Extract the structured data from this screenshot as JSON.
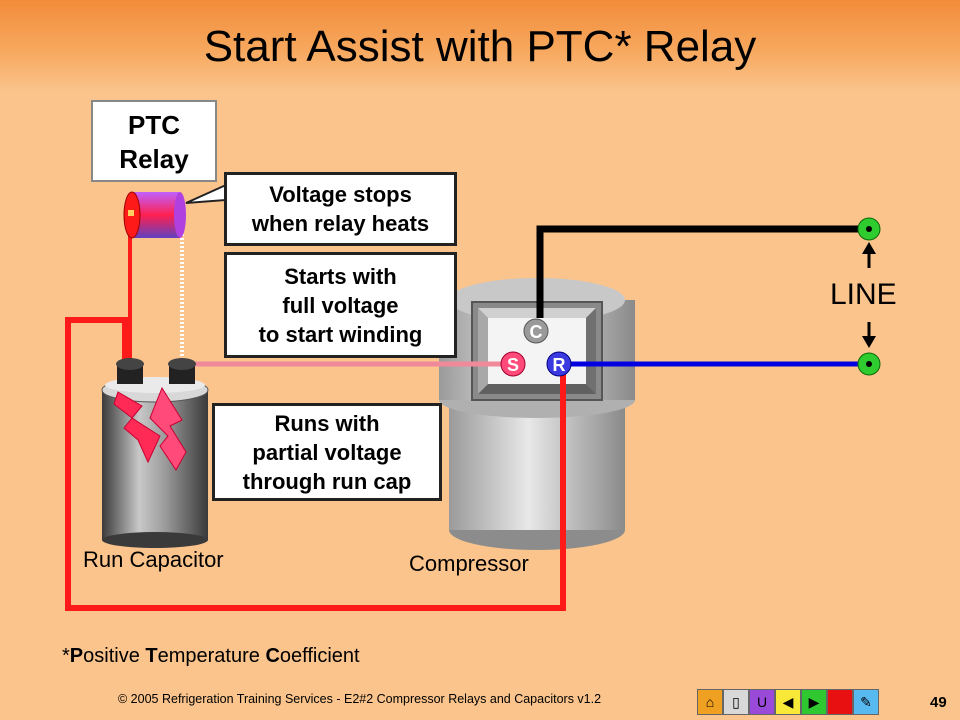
{
  "title": "Start Assist with PTC* Relay",
  "relay_label": "PTC\nRelay",
  "callouts": {
    "voltage_stops": "Voltage stops\nwhen relay heats",
    "starts_with": "Starts with\nfull voltage\nto start winding",
    "runs_with": "Runs with\npartial voltage\nthrough run cap"
  },
  "labels": {
    "line": "LINE",
    "run_capacitor": "Run Capacitor",
    "compressor": "Compressor"
  },
  "terminals": {
    "common": "C",
    "start": "S",
    "run": "R"
  },
  "footnote": {
    "parts": [
      {
        "text": "*",
        "bold": false
      },
      {
        "text": "P",
        "bold": true
      },
      {
        "text": "ositive ",
        "bold": false
      },
      {
        "text": "T",
        "bold": true
      },
      {
        "text": "emperature ",
        "bold": false
      },
      {
        "text": "C",
        "bold": true
      },
      {
        "text": "oefficient",
        "bold": false
      }
    ]
  },
  "footer": "© 2005 Refrigeration Training Services - E2#2 Compressor Relays and Capacitors  v1.2",
  "page_number": "49",
  "nav_buttons": [
    {
      "name": "home-icon",
      "glyph": "⌂",
      "color": "#f0a020"
    },
    {
      "name": "document-icon",
      "glyph": "▯",
      "color": "#d8d8d8"
    },
    {
      "name": "return-icon",
      "glyph": "U",
      "color": "#9a4ad8"
    },
    {
      "name": "previous-arrow-icon",
      "glyph": "◀",
      "color": "#f8e838"
    },
    {
      "name": "next-arrow-icon",
      "glyph": "▶",
      "color": "#30c830"
    },
    {
      "name": "stop-icon",
      "glyph": "",
      "color": "#e81010"
    },
    {
      "name": "sound-icon",
      "glyph": "✎",
      "color": "#58b8f0"
    }
  ],
  "colors": {
    "background": "#fbc48c",
    "wire_red": "#ff1a1a",
    "wire_pink": "#f08a9a",
    "wire_blue": "#0000e0",
    "wire_black": "#000000",
    "terminal_green": "#2ecc2e"
  }
}
